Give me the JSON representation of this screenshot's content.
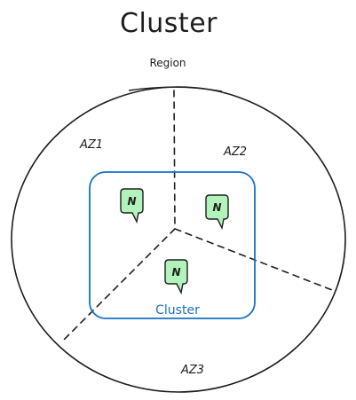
{
  "diagram": {
    "title": "Cluster",
    "region_label": "Region",
    "zones": [
      {
        "label": "AZ1"
      },
      {
        "label": "AZ2"
      },
      {
        "label": "AZ3"
      }
    ],
    "cluster_label": "Cluster",
    "nodes": [
      {
        "label": "N",
        "zone": "AZ1"
      },
      {
        "label": "N",
        "zone": "AZ2"
      },
      {
        "label": "N",
        "zone": "AZ3"
      }
    ],
    "colors": {
      "stroke": "#1e1e1e",
      "cluster": "#1971c2",
      "node_fill": "#b2f2bb",
      "node_stroke": "#1e1e1e"
    }
  }
}
